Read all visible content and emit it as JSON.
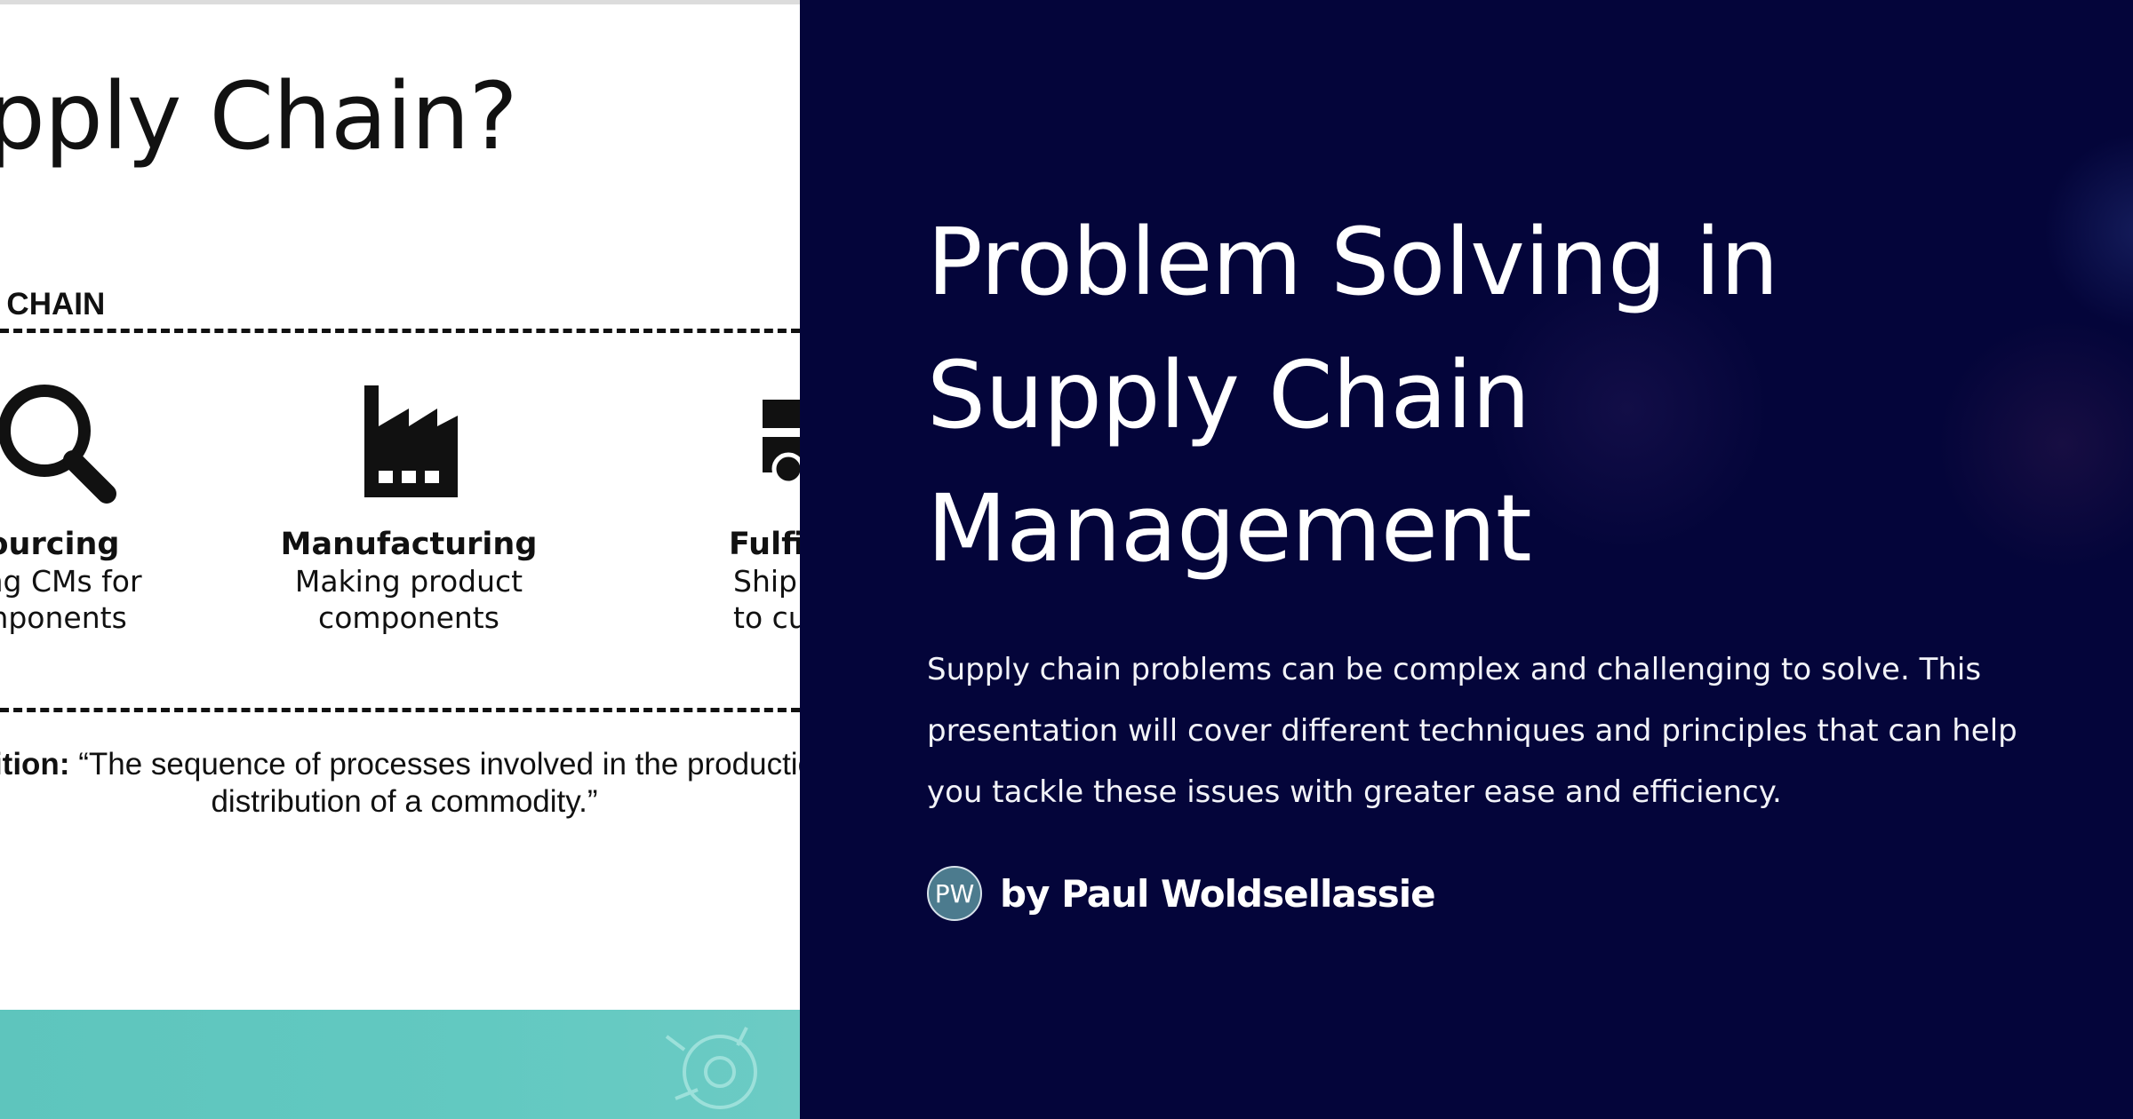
{
  "image_panel": {
    "title": "upply Chain?",
    "chain_label": "Y CHAIN",
    "stages": [
      {
        "name": "ourcing",
        "description": "ting CMs for\nmponents",
        "icon": "magnifier-icon"
      },
      {
        "name": "Manufacturing",
        "description": "Making product\ncomponents",
        "icon": "factory-icon"
      },
      {
        "name": "Fulfillm",
        "description": "Shipping p\nto custor",
        "icon": "truck-icon"
      }
    ],
    "definition_lead": "ition:",
    "definition_text": " “The sequence of processes involved in the productio",
    "definition_line2": "distribution of a commodity.”"
  },
  "slide": {
    "title": "Problem Solving in Supply Chain Management",
    "subtitle": "Supply chain problems can be complex and challenging to solve. This presentation will cover different techniques and principles that can help you tackle these issues with greater ease and efficiency.",
    "author": {
      "initials": "PW",
      "byline": "by Paul Woldsellassie"
    }
  },
  "colors": {
    "background": "#04053a",
    "image_background": "#ffffff",
    "teal_band": "#5ec5bd",
    "avatar": "#4c7b8e",
    "text": "#ffffff"
  }
}
